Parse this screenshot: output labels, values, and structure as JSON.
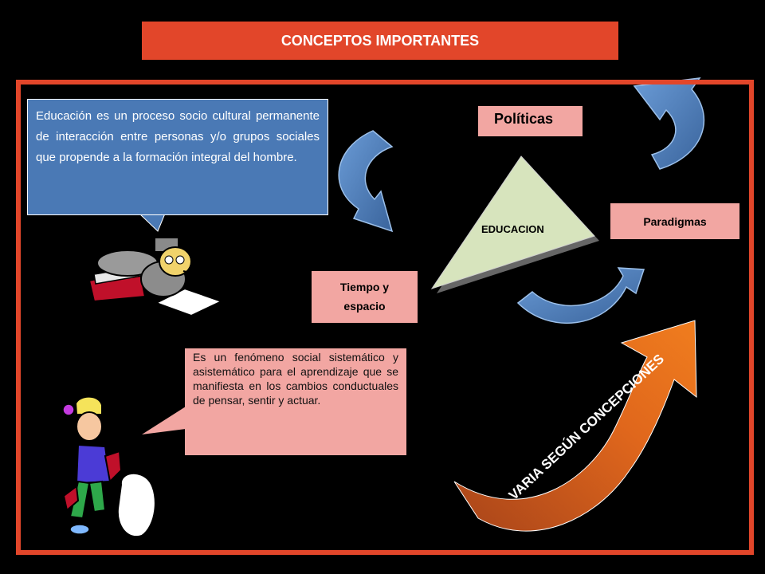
{
  "title": "CONCEPTOS IMPORTANTES",
  "education_definition": "Educación es un proceso socio cultural permanente de interacción entre personas y/o grupos sociales que propende a la formación integral del hombre.",
  "phenomenon_definition": "Es un fenómeno social sistemático y asistemático para el aprendizaje que se manifiesta en los cambios conductuales de pensar, sentir y actuar.",
  "nodes": {
    "politicas": "Políticas",
    "paradigmas": "Paradigmas",
    "tiempo_line1": "Tiempo y",
    "tiempo_line2": "espacio",
    "center": "EDUCACION"
  },
  "arc_label": "VARIA SEGÚN CONCEPCIONES",
  "colors": {
    "background": "#000000",
    "accent_red": "#e2462a",
    "blue": "#4a79b5",
    "pink": "#f2a6a2",
    "triangle_green": "#d7e4bd",
    "orange": "#d9661e"
  },
  "icons": [
    "reading-student-clipart",
    "student-with-sack-clipart",
    "curved-blue-arrow-icon"
  ]
}
